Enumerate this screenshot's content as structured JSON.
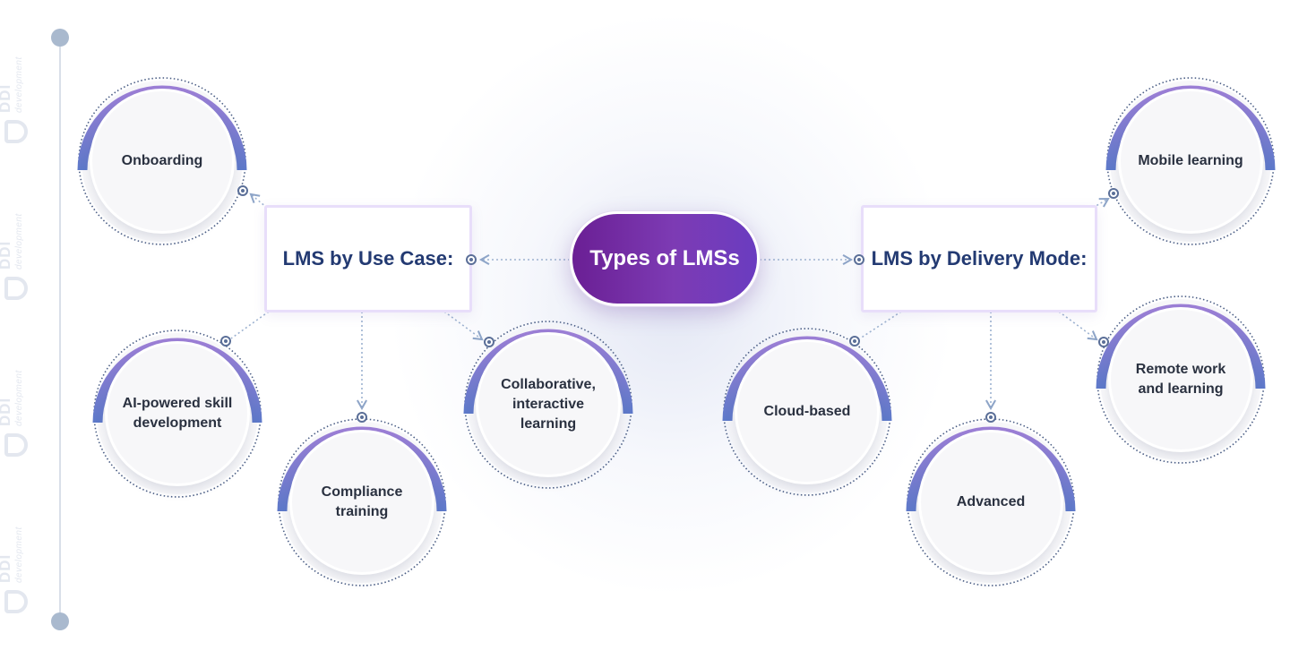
{
  "title": "Types of LMSs",
  "categories": {
    "use_case": "LMS by Use Case:",
    "delivery": "LMS by Delivery Mode:"
  },
  "use_case_items": {
    "onboarding": "Onboarding",
    "ai_skill": "AI-powered skill\ndevelopment",
    "compliance": "Compliance\ntraining",
    "collaborative": "Collaborative,\ninteractive\nlearning"
  },
  "delivery_items": {
    "mobile": "Mobile learning",
    "remote": "Remote work\nand learning",
    "cloud": "Cloud-based",
    "advanced": "Advanced"
  },
  "watermark": {
    "brand": "DDI",
    "sub": "development"
  },
  "colors": {
    "center_gradient_start": "#6a1f94",
    "center_gradient_end": "#6a3cc0",
    "category_text": "#233a72",
    "arc_gradient_start": "#9c7fd6",
    "arc_gradient_end": "#5d79c9",
    "connector": "#5b6f98",
    "dotted_line": "#9db2d0"
  }
}
